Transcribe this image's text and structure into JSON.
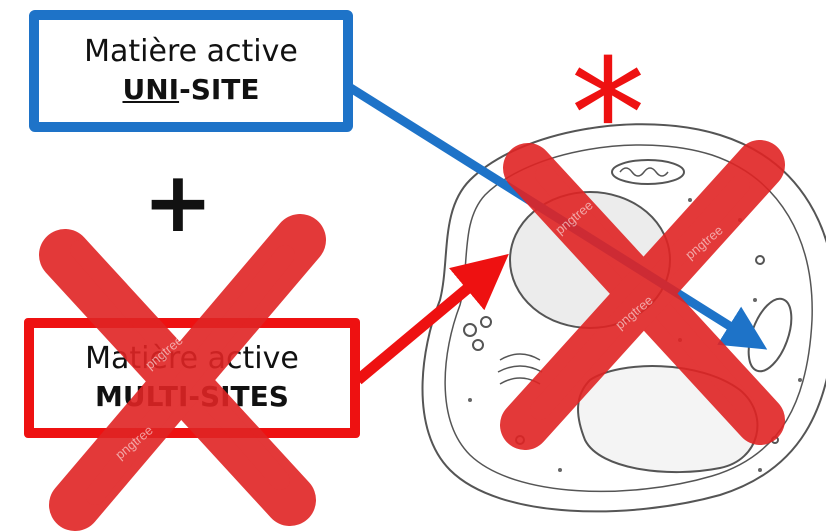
{
  "boxes": {
    "uni": {
      "line1": "Matière active",
      "line2_underlined": "UNI",
      "line2_rest": "-SITE",
      "color": "#1e73c8"
    },
    "multi": {
      "line1": "Matière active",
      "line2": "MULTI-SITES",
      "color": "#ee1111"
    }
  },
  "plus": "+",
  "asterisk": "*",
  "watermark": "pngtree",
  "colors": {
    "cross": "#e02424",
    "blue_arrow": "#1e73c8",
    "red_arrow": "#ee1111"
  }
}
